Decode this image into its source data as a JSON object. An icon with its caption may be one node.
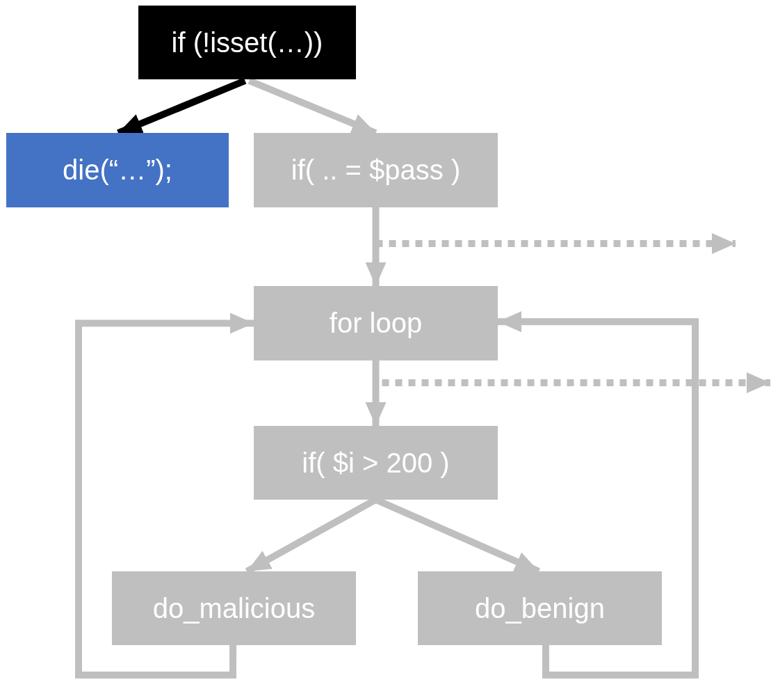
{
  "diagram": {
    "nodes": [
      {
        "text": [
          "if (!isset(…))"
        ]
      },
      {
        "text": [
          "die(“…”);"
        ]
      },
      {
        "text": [
          "if( .. = $pass )"
        ]
      },
      {
        "text": [
          "for loop"
        ]
      },
      {
        "text": [
          "if( $i > 200 )"
        ]
      },
      {
        "text": [
          "do_malicious"
        ]
      },
      {
        "text": [
          "do_benign"
        ]
      }
    ],
    "edges": [
      {
        "from": 0,
        "to": 1,
        "arrow": "to",
        "color": "#000000"
      },
      {
        "from": 0,
        "to": 2,
        "arrow": "to"
      },
      {
        "from": 2,
        "to": 3,
        "arrow": "to"
      },
      {
        "from": 2,
        "to": null,
        "arrow": "to",
        "style": "dashed"
      },
      {
        "from": 3,
        "to": 4,
        "arrow": "to"
      },
      {
        "from": 3,
        "to": null,
        "arrow": "to",
        "style": "dashed"
      },
      {
        "from": 4,
        "to": 5,
        "arrow": "to"
      },
      {
        "from": 4,
        "to": 6,
        "arrow": "to"
      },
      {
        "from": 5,
        "to": 3,
        "arrow": "to"
      },
      {
        "from": 6,
        "to": 3,
        "arrow": "to"
      }
    ]
  }
}
